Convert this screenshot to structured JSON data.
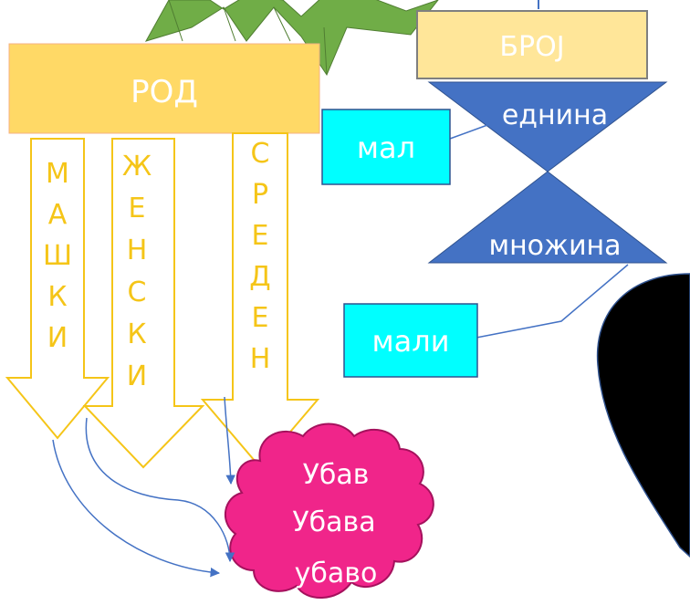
{
  "gender": {
    "title": "РОД",
    "masculine": "МАШКИ",
    "feminine": "ЖЕНСКИ",
    "neuter": "СРЕДЕН"
  },
  "number": {
    "title": "БРОЈ",
    "singular": "еднина",
    "plural": "множина"
  },
  "examples": {
    "singular_word": "мал",
    "plural_word": "мали"
  },
  "cloud": {
    "line1": "Убав",
    "line2": "Убава",
    "line3": "убаво"
  },
  "colors": {
    "orange": "#F5C518",
    "cyan": "#00FFFF",
    "blue": "#4472C4",
    "pink": "#F0258A",
    "yellow_fill": "#FFD966",
    "beige_fill": "#FFE699",
    "green": "#70AD47"
  }
}
